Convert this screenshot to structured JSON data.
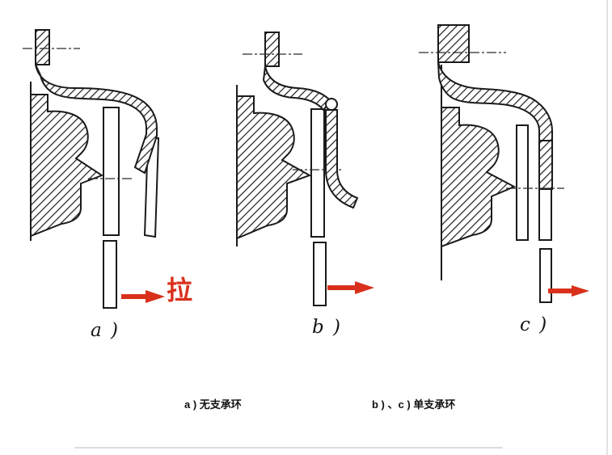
{
  "figure": {
    "colors": {
      "arrow": "#d9301c",
      "line": "#1a1a1a"
    },
    "panels": [
      {
        "label": "a )",
        "arrow_label": "拉"
      },
      {
        "label": "b )",
        "arrow_label": ""
      },
      {
        "label": "c )",
        "arrow_label": ""
      }
    ],
    "captions": [
      {
        "text": "a ) 无支承环"
      },
      {
        "text": "b ) 、c ) 单支承环"
      }
    ]
  }
}
